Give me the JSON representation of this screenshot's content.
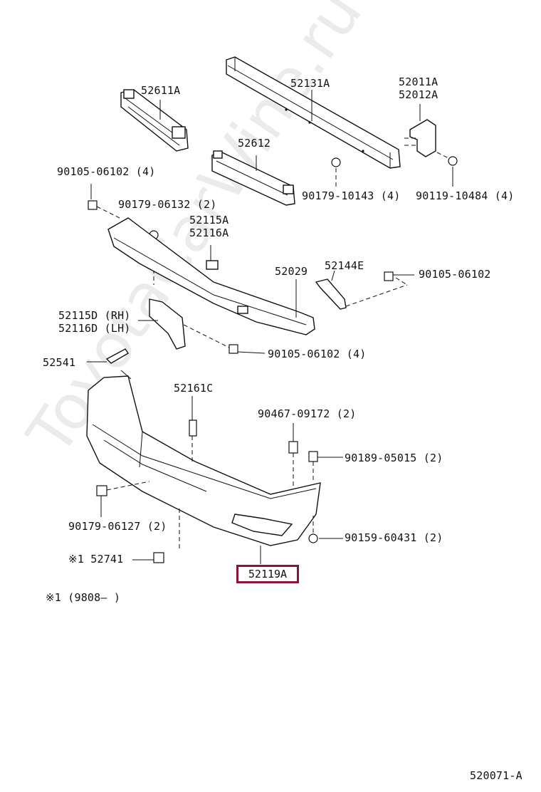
{
  "watermark": "ToyotaCarWine.ru",
  "diagram_code": "520071-A",
  "note": "※1 (9808―      )",
  "highlighted_part": "52119A",
  "labels": {
    "p52611A": "52611A",
    "p52131A": "52131A",
    "p52011A": "52011A",
    "p52012A": "52012A",
    "p52612": "52612",
    "p90105_06102_4": "90105-06102 (4)",
    "p90179_06132_2": "90179-06132 (2)",
    "p90179_10143_4": "90179-10143 (4)",
    "p90119_10484_4": "90119-10484 (4)",
    "p52115A": "52115A",
    "p52116A": "52116A",
    "p52029": "52029",
    "p52144E": "52144E",
    "p90105_06102": "90105-06102",
    "p52115D": "52115D (RH)",
    "p52116D": "52116D (LH)",
    "p90105_06102_4b": "90105-06102 (4)",
    "p52541": "52541",
    "p52161C": "52161C",
    "p90467_09172_2": "90467-09172 (2)",
    "p90189_05015_2": "90189-05015 (2)",
    "p90179_06127_2": "90179-06127 (2)",
    "p90159_60431_2": "90159-60431 (2)",
    "p52741": "※1 52741"
  }
}
